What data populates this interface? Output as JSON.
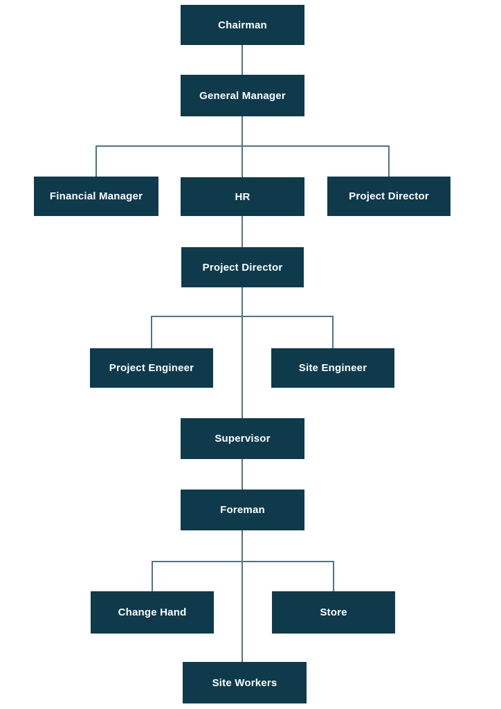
{
  "chart_data": {
    "type": "org-chart",
    "title": "",
    "edges": [
      [
        "Chairman",
        "General Manager"
      ],
      [
        "General Manager",
        "Financial Manager"
      ],
      [
        "General Manager",
        "HR"
      ],
      [
        "General Manager",
        "Project Director"
      ],
      [
        "HR",
        "Project Director (mid)"
      ],
      [
        "Project Director (mid)",
        "Project Engineer"
      ],
      [
        "Project Director (mid)",
        "Site Engineer"
      ],
      [
        "Project Director (mid)",
        "Supervisor"
      ],
      [
        "Supervisor",
        "Foreman"
      ],
      [
        "Foreman",
        "Change Hand"
      ],
      [
        "Foreman",
        "Store"
      ],
      [
        "Foreman",
        "Site Workers"
      ]
    ]
  },
  "colors": {
    "node_fill": "#0e3a4c",
    "node_text": "#ffffff",
    "connector": "#4f7384",
    "background": "#ffffff"
  },
  "nodes": {
    "chairman": {
      "label": "Chairman"
    },
    "general_manager": {
      "label": "General Manager"
    },
    "financial_manager": {
      "label": "Financial Manager"
    },
    "hr": {
      "label": "HR"
    },
    "project_director_top": {
      "label": "Project Director"
    },
    "project_director_mid": {
      "label": "Project Director"
    },
    "project_engineer": {
      "label": "Project Engineer"
    },
    "site_engineer": {
      "label": "Site Engineer"
    },
    "supervisor": {
      "label": "Supervisor"
    },
    "foreman": {
      "label": "Foreman"
    },
    "change_hand": {
      "label": "Change Hand"
    },
    "store": {
      "label": "Store"
    },
    "site_workers": {
      "label": "Site Workers"
    }
  }
}
